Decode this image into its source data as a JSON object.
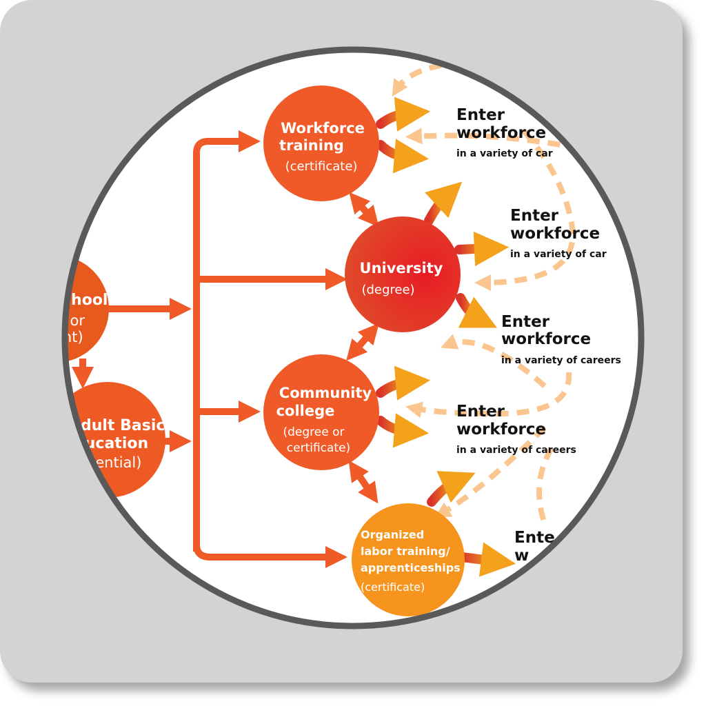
{
  "nodes": {
    "high_school": {
      "lines": [
        "chool",
        "a or",
        "ent)"
      ]
    },
    "adult_basic": {
      "lines": [
        "Adult Basic",
        "ducation",
        "edential)"
      ]
    },
    "workforce": {
      "lines": [
        "Workforce",
        "training",
        "(certificate)"
      ]
    },
    "university": {
      "lines": [
        "University",
        "(degree)"
      ]
    },
    "community": {
      "lines": [
        "Community",
        "college",
        "(degree or",
        "certificate)"
      ]
    },
    "labor": {
      "lines": [
        "Organized",
        "labor training/",
        "apprenticeships",
        "(certificate)"
      ]
    }
  },
  "outcomes": [
    {
      "line1": "Enter",
      "line2": "workforce",
      "line3": "in a variety of car"
    },
    {
      "line1": "Enter",
      "line2": "workforce",
      "line3": "in a variety of car"
    },
    {
      "line1": "Enter",
      "line2": "workforce",
      "line3": "in a variety of careers"
    },
    {
      "line1": "Enter",
      "line2": "workforce",
      "line3": "in a variety of careers"
    },
    {
      "line1": "Ente",
      "line2": "w",
      "line3": ""
    }
  ],
  "colors": {
    "card": "#d3d3d3",
    "lens_border": "#595959",
    "orange": "#ef5a28",
    "dark_orange": "#e8591e",
    "red": "#e02027",
    "amber": "#f7941d",
    "dashed": "#fbc58f",
    "text": "#111111"
  }
}
